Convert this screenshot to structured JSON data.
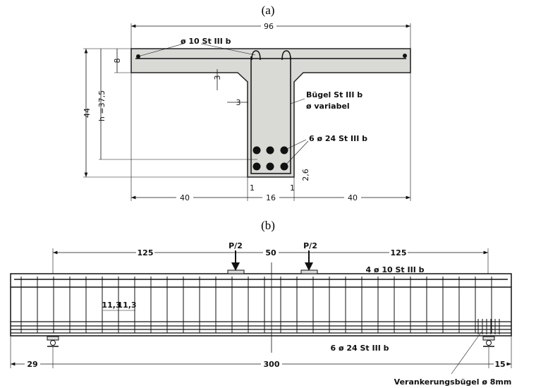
{
  "captions": {
    "a": "(a)",
    "b": "(b)"
  },
  "section_a": {
    "dims": {
      "width_total": "96",
      "flange_thickness": "8",
      "total_height": "44",
      "effective_depth": "h =37,5",
      "haunch_v": "3",
      "haunch_h": "3",
      "left_overhang": "40",
      "web_width": "16",
      "right_overhang": "40",
      "cover_left": "1",
      "cover_right": "1",
      "cover_bottom": "2,6"
    },
    "labels": {
      "top_bars": "ø 10 St III b",
      "stirrup_line1": "Bügel St III b",
      "stirrup_line2": "ø variabel",
      "bottom_bars": "6 ø 24 St III b"
    },
    "colors": {
      "concrete": "#d9d9d6",
      "steel": "#111111"
    }
  },
  "section_b": {
    "loads": [
      "P/2",
      "P/2"
    ],
    "dims_top": [
      "125",
      "50",
      "125"
    ],
    "dims_bottom": [
      "29",
      "300",
      "15"
    ],
    "stirrup_spacing": [
      "11,3",
      "11,3"
    ],
    "labels": {
      "top_bars": "4 ø 10 St III b",
      "bottom_bars": "6 ø 24 St III b",
      "anchor_stirrups": "Verankerungsbügel ø 8mm"
    }
  }
}
